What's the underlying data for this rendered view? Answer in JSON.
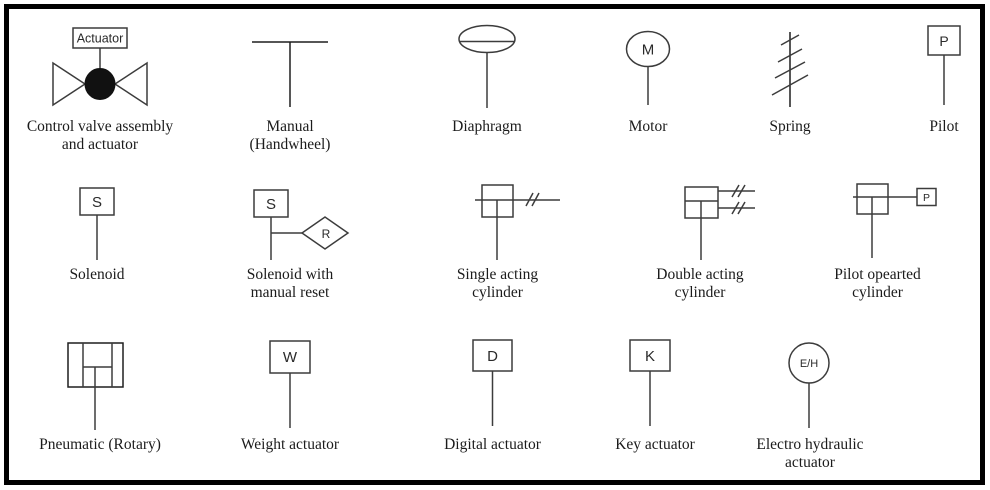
{
  "page": {
    "background": "#ffffff",
    "border_color": "#000000",
    "line_color": "#3c3c3c",
    "text_color": "#1b1b1b"
  },
  "legend": {
    "items": [
      {
        "id": "control-valve",
        "caption": "Control valve assembly\nand actuator",
        "symbol_text": "Actuator"
      },
      {
        "id": "manual-handwheel",
        "caption": "Manual\n(Handwheel)"
      },
      {
        "id": "diaphragm",
        "caption": "Diaphragm"
      },
      {
        "id": "motor",
        "caption": "Motor",
        "symbol_text": "M"
      },
      {
        "id": "spring",
        "caption": "Spring"
      },
      {
        "id": "pilot",
        "caption": "Pilot",
        "symbol_text": "P"
      },
      {
        "id": "solenoid",
        "caption": "Solenoid",
        "symbol_text": "S"
      },
      {
        "id": "solenoid-manual-reset",
        "caption": "Solenoid with\nmanual reset",
        "symbol_text": "S",
        "symbol_text2": "R"
      },
      {
        "id": "single-acting-cylinder",
        "caption": "Single acting\ncylinder"
      },
      {
        "id": "double-acting-cylinder",
        "caption": "Double acting\ncylinder"
      },
      {
        "id": "pilot-operated-cylinder",
        "caption": "Pilot opearted\ncylinder",
        "symbol_text": "P"
      },
      {
        "id": "pneumatic-rotary",
        "caption": "Pneumatic (Rotary)"
      },
      {
        "id": "weight-actuator",
        "caption": "Weight actuator",
        "symbol_text": "W"
      },
      {
        "id": "digital-actuator",
        "caption": "Digital actuator",
        "symbol_text": "D"
      },
      {
        "id": "key-actuator",
        "caption": "Key actuator",
        "symbol_text": "K"
      },
      {
        "id": "electro-hydraulic-actuator",
        "caption": "Electro hydraulic\nactuator",
        "symbol_text": "E/H"
      }
    ]
  }
}
